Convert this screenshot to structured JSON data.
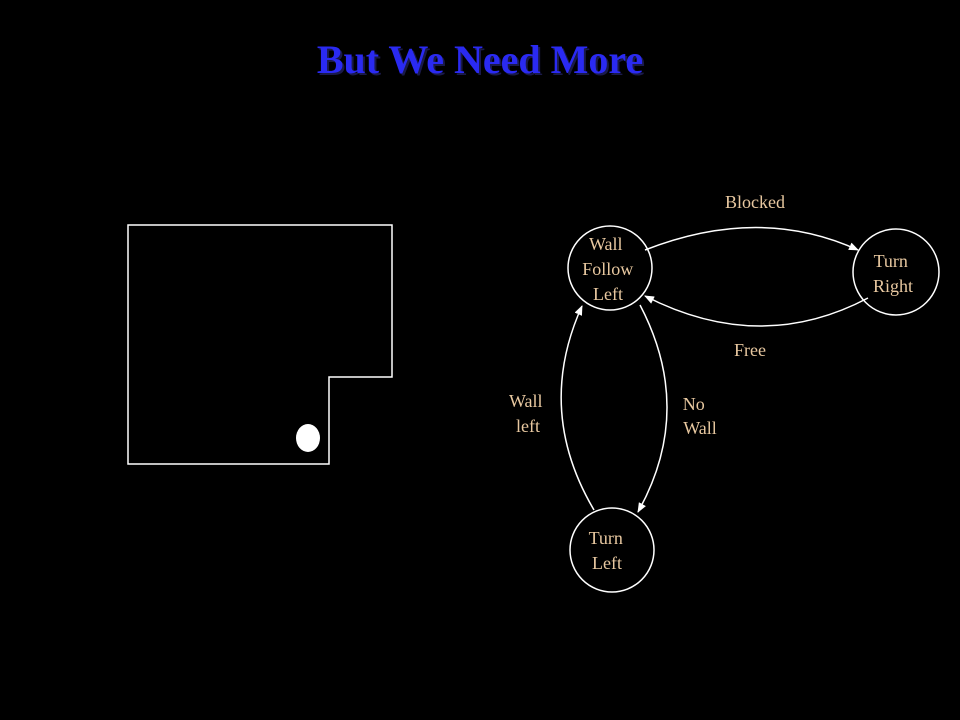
{
  "slide": {
    "title": "But We Need More"
  },
  "colors": {
    "background": "#000000",
    "title": "#2a2af2",
    "label": "#e8c8a0",
    "line": "#ffffff",
    "robot": "#ffffff"
  },
  "states": [
    {
      "id": "wall-follow-left",
      "lines": [
        "Wall",
        "Follow",
        "Left"
      ]
    },
    {
      "id": "turn-right",
      "lines": [
        "Turn",
        "Right"
      ]
    },
    {
      "id": "turn-left",
      "lines": [
        "Turn",
        "Left"
      ]
    }
  ],
  "transitions": [
    {
      "id": "blocked",
      "from": "wall-follow-left",
      "to": "turn-right",
      "lines": [
        "Blocked"
      ]
    },
    {
      "id": "free",
      "from": "turn-right",
      "to": "wall-follow-left",
      "lines": [
        "Free"
      ]
    },
    {
      "id": "no-wall",
      "from": "wall-follow-left",
      "to": "turn-left",
      "lines": [
        "No",
        "Wall"
      ]
    },
    {
      "id": "wall-left",
      "from": "turn-left",
      "to": "wall-follow-left",
      "lines": [
        "Wall",
        "left"
      ]
    }
  ]
}
